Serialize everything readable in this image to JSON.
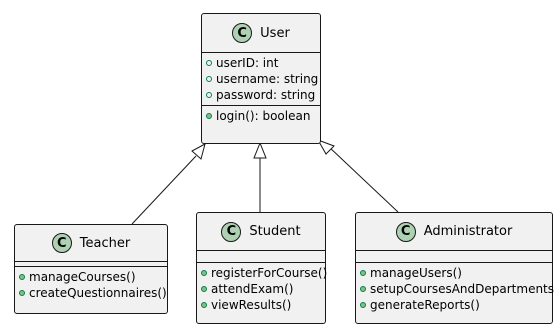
{
  "classes": {
    "user": {
      "stereotype": "C",
      "name": "User",
      "fields": [
        "userID: int",
        "username: string",
        "password: string"
      ],
      "methods": [
        "login(): boolean"
      ]
    },
    "teacher": {
      "stereotype": "C",
      "name": "Teacher",
      "methods": [
        "manageCourses()",
        "createQuestionnaires()"
      ]
    },
    "student": {
      "stereotype": "C",
      "name": "Student",
      "methods": [
        "registerForCourse()",
        "attendExam()",
        "viewResults()"
      ]
    },
    "administrator": {
      "stereotype": "C",
      "name": "Administrator",
      "methods": [
        "manageUsers()",
        "setupCoursesAndDepartments()",
        "generateReports()"
      ]
    }
  },
  "relations": [
    {
      "from": "Teacher",
      "to": "User",
      "type": "inheritance"
    },
    {
      "from": "Student",
      "to": "User",
      "type": "inheritance"
    },
    {
      "from": "Administrator",
      "to": "User",
      "type": "inheritance"
    }
  ],
  "colors": {
    "class_fill": "#f1f1f1",
    "border": "#181818",
    "badge_fill": "#add1b2",
    "member_dot": "#84be84"
  }
}
